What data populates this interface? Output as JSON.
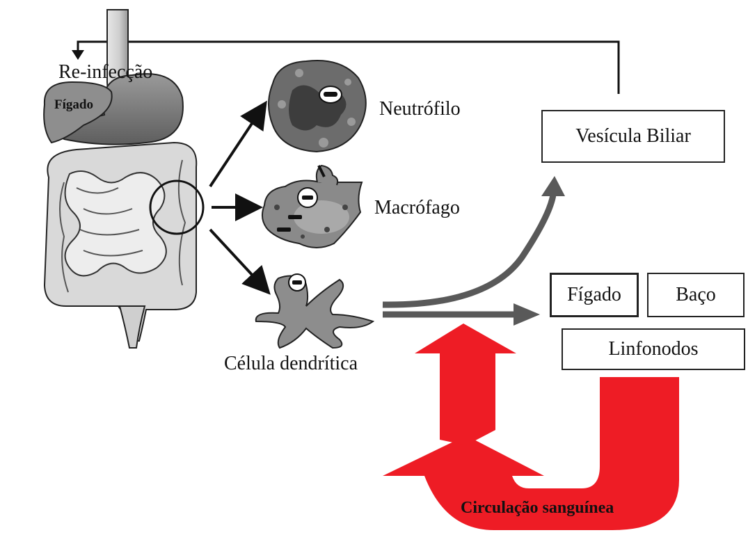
{
  "labels": {
    "reinfection": "Re-infecção",
    "liver_organ": "Fígado",
    "neutrophil": "Neutrófilo",
    "macrophage": "Macrófago",
    "dendritic_cell": "Célula dendrítica",
    "circulation": "Circulação sanguínea"
  },
  "boxes": {
    "gallbladder": "Vesícula Biliar",
    "liver": "Fígado",
    "spleen": "Baço",
    "lymph_nodes": "Linfonodos"
  },
  "colors": {
    "blood_arrow": "#ee1c25",
    "grey_arrow": "#595959",
    "black_arrow": "#111111",
    "organ_fill": "#c8c8c8",
    "cell_fill": "#7a7a7a"
  }
}
